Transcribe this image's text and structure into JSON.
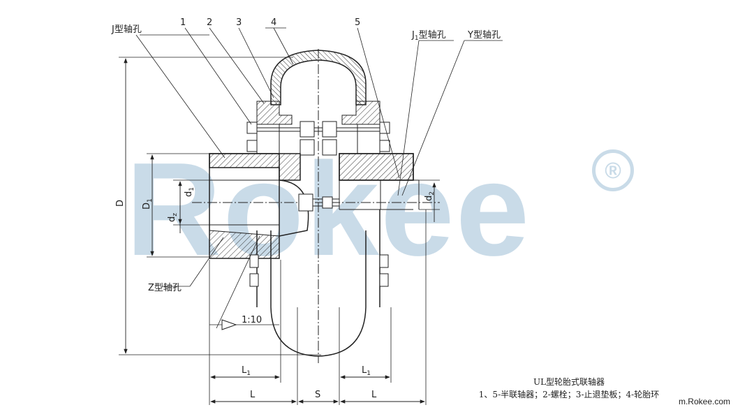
{
  "watermark": {
    "text": "Rokee",
    "registered": "®",
    "color": "#c9dbe8"
  },
  "labels": {
    "j_bore": "J型轴孔",
    "j1_bore_prefix": "J",
    "j1_bore_sub": "1",
    "j1_bore_suffix": "型轴孔",
    "y_bore": "Y型轴孔",
    "z_bore": "Z型轴孔",
    "part1": "1",
    "part2": "2",
    "part3": "3",
    "part4": "4",
    "part5": "5",
    "taper": "1:10"
  },
  "dimensions": {
    "D": "D",
    "D1": "D",
    "D1_sub": "1",
    "d1": "d",
    "d1_sub": "1",
    "dz": "d",
    "dz_sub": "z",
    "d2": "d",
    "d2_sub": "2",
    "L1_left": "L",
    "L1_left_sub": "1",
    "L1_right": "L",
    "L1_right_sub": "1",
    "L_left": "L",
    "S": "S",
    "L_right": "L"
  },
  "caption": {
    "title": "UL型轮胎式联轴器",
    "legend": "1、5-半联轴器；2-螺栓；3-止退垫板；4-轮胎环"
  },
  "site": "m.Rokee.com"
}
